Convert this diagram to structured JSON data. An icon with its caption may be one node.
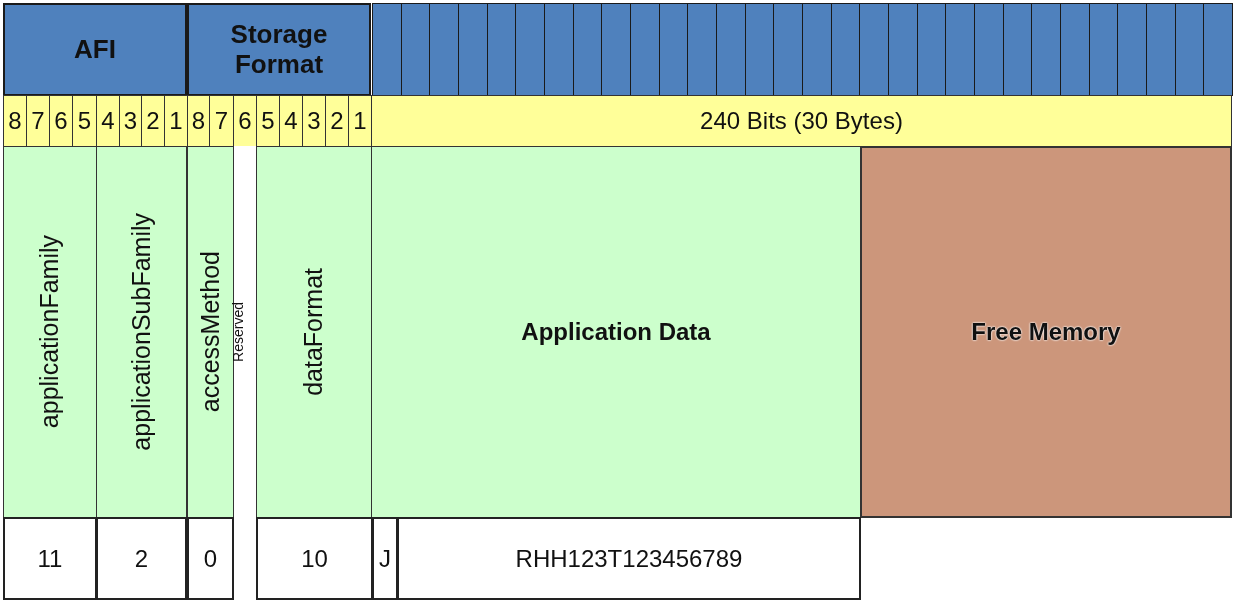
{
  "diagram": {
    "nodes": [
      {
        "text": [
          "AFI"
        ]
      },
      {
        "text": [
          "Storage Format"
        ]
      },
      {
        "text": [],
        "shape": "box"
      },
      {
        "text": [],
        "shape": "box"
      },
      {
        "text": [],
        "shape": "box"
      },
      {
        "text": [],
        "shape": "box"
      },
      {
        "text": [],
        "shape": "box"
      },
      {
        "text": [],
        "shape": "box"
      },
      {
        "text": [],
        "shape": "box"
      },
      {
        "text": [],
        "shape": "box"
      },
      {
        "text": [],
        "shape": "box"
      },
      {
        "text": [],
        "shape": "box"
      },
      {
        "text": [],
        "shape": "box"
      },
      {
        "text": [],
        "shape": "box"
      },
      {
        "text": [],
        "shape": "box"
      },
      {
        "text": [],
        "shape": "box"
      },
      {
        "text": [],
        "shape": "box"
      },
      {
        "text": [],
        "shape": "box"
      },
      {
        "text": [],
        "shape": "box"
      },
      {
        "text": [],
        "shape": "box"
      },
      {
        "text": [],
        "shape": "box"
      },
      {
        "text": [],
        "shape": "box"
      },
      {
        "text": [],
        "shape": "box"
      },
      {
        "text": [],
        "shape": "box"
      },
      {
        "text": [],
        "shape": "box"
      },
      {
        "text": [],
        "shape": "box"
      },
      {
        "text": [],
        "shape": "box"
      },
      {
        "text": [],
        "shape": "box"
      },
      {
        "text": [],
        "shape": "box"
      },
      {
        "text": [],
        "shape": "box"
      },
      {
        "text": [],
        "shape": "box"
      },
      {
        "text": [],
        "shape": "box"
      },
      {
        "text": [
          "8"
        ]
      },
      {
        "text": [
          "7"
        ]
      },
      {
        "text": [
          "6"
        ]
      },
      {
        "text": [
          "5"
        ]
      },
      {
        "text": [
          "4"
        ]
      },
      {
        "text": [
          "3"
        ]
      },
      {
        "text": [
          "2"
        ]
      },
      {
        "text": [
          "1"
        ]
      },
      {
        "text": [
          "8"
        ]
      },
      {
        "text": [
          "7"
        ]
      },
      {
        "text": [
          "6"
        ]
      },
      {
        "text": [
          "5"
        ]
      },
      {
        "text": [
          "4"
        ]
      },
      {
        "text": [
          "3"
        ]
      },
      {
        "text": [
          "2"
        ]
      },
      {
        "text": [
          "1"
        ]
      },
      {
        "text": [
          "240 Bits (30 Bytes)"
        ]
      },
      {
        "text": [
          "applicationFamily"
        ]
      },
      {
        "text": [
          "applicationSubFamily"
        ]
      },
      {
        "text": [
          "accessMethod"
        ]
      },
      {
        "text": [
          "Reserved"
        ]
      },
      {
        "text": [
          "dataFormat"
        ]
      },
      {
        "text": [
          "Application Data"
        ]
      },
      {
        "text": [
          "Free Memory"
        ]
      },
      {
        "text": [
          "11"
        ]
      },
      {
        "text": [
          "2"
        ]
      },
      {
        "text": [
          "0"
        ]
      },
      {
        "text": [
          "10"
        ]
      },
      {
        "text": [
          "J"
        ]
      },
      {
        "text": [
          "RHH123T123456789"
        ]
      }
    ],
    "edges": []
  }
}
